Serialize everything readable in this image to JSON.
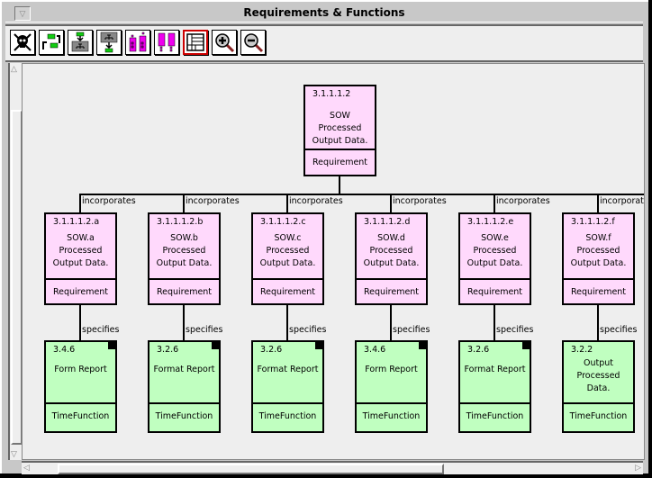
{
  "window": {
    "title": "Requirements & Functions",
    "menu_glyph": "▽"
  },
  "toolbar": {
    "buttons": [
      {
        "name": "delete",
        "icon": "skull-crossbones-icon"
      },
      {
        "name": "swap-layout",
        "icon": "rearrange-arrows-icon"
      },
      {
        "name": "expand-children",
        "icon": "tree-down-icon"
      },
      {
        "name": "collapse-to-parent",
        "icon": "tree-up-icon"
      },
      {
        "name": "show-attributes",
        "icon": "attribute-boxes-icon"
      },
      {
        "name": "hide-attributes",
        "icon": "plain-boxes-icon"
      },
      {
        "name": "layout-view",
        "icon": "layout-icon",
        "selected": true
      },
      {
        "name": "zoom-in",
        "icon": "zoom-in-icon"
      },
      {
        "name": "zoom-out",
        "icon": "zoom-out-icon"
      }
    ]
  },
  "diagram": {
    "root": {
      "number": "3.1.1.1.2",
      "name_lines": [
        "SOW Processed",
        "Output Data."
      ],
      "type": "Requirement"
    },
    "relation_incorporates": "incorporates",
    "relation_specifies": "specifies",
    "children": [
      {
        "req": {
          "number": "3.1.1.1.2.a",
          "name_lines": [
            "SOW.a",
            "Processed",
            "Output Data."
          ],
          "type": "Requirement"
        },
        "fn": {
          "number": "3.4.6",
          "name_lines": [
            "Form Report"
          ],
          "type": "TimeFunction",
          "flagged": true
        }
      },
      {
        "req": {
          "number": "3.1.1.1.2.b",
          "name_lines": [
            "SOW.b",
            "Processed",
            "Output Data."
          ],
          "type": "Requirement"
        },
        "fn": {
          "number": "3.2.6",
          "name_lines": [
            "Format Report"
          ],
          "type": "TimeFunction",
          "flagged": true
        }
      },
      {
        "req": {
          "number": "3.1.1.1.2.c",
          "name_lines": [
            "SOW.c",
            "Processed",
            "Output Data."
          ],
          "type": "Requirement"
        },
        "fn": {
          "number": "3.2.6",
          "name_lines": [
            "Format Report"
          ],
          "type": "TimeFunction",
          "flagged": true
        }
      },
      {
        "req": {
          "number": "3.1.1.1.2.d",
          "name_lines": [
            "SOW.d",
            "Processed",
            "Output Data."
          ],
          "type": "Requirement"
        },
        "fn": {
          "number": "3.4.6",
          "name_lines": [
            "Form Report"
          ],
          "type": "TimeFunction",
          "flagged": true
        }
      },
      {
        "req": {
          "number": "3.1.1.1.2.e",
          "name_lines": [
            "SOW.e",
            "Processed",
            "Output Data."
          ],
          "type": "Requirement"
        },
        "fn": {
          "number": "3.2.6",
          "name_lines": [
            "Format Report"
          ],
          "type": "TimeFunction",
          "flagged": true
        }
      },
      {
        "req": {
          "number": "3.1.1.1.2.f",
          "name_lines": [
            "SOW.f",
            "Processed",
            "Output Data."
          ],
          "type": "Requirement"
        },
        "fn": {
          "number": "3.2.2",
          "name_lines": [
            "Output",
            "Processed Data."
          ],
          "type": "TimeFunction",
          "flagged": false
        }
      }
    ]
  },
  "colors": {
    "requirement_fill": "#ffd9fc",
    "function_fill": "#c0ffc0",
    "canvas_bg": "#eeeeee",
    "selected_tool_outline": "#cc0000"
  }
}
